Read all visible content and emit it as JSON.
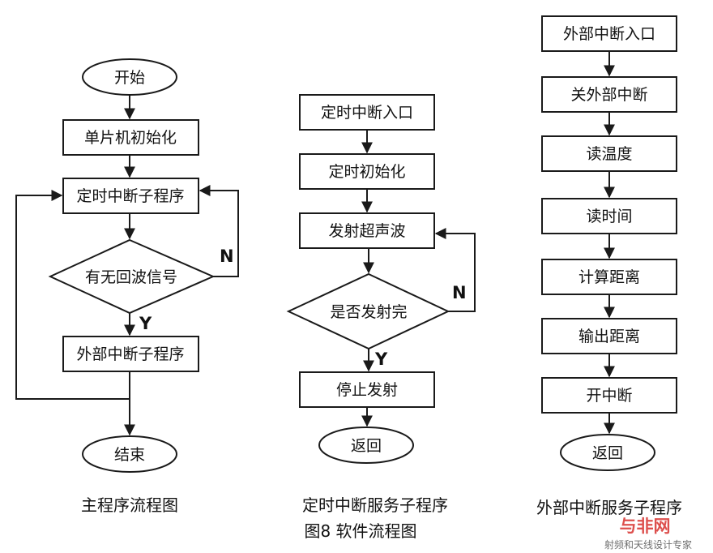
{
  "diagram": {
    "main": {
      "start": "开始",
      "init": "单片机初始化",
      "timer_sub": "定时中断子程序",
      "decision": "有无回波信号",
      "ext_sub": "外部中断子程序",
      "end": "结束",
      "label_n": "N",
      "label_y": "Y",
      "caption": "主程序流程图"
    },
    "timer_isr": {
      "entry": "定时中断入口",
      "init": "定时初始化",
      "emit": "发射超声波",
      "decision": "是否发射完",
      "stop": "停止发射",
      "ret": "返回",
      "label_n": "N",
      "label_y": "Y",
      "caption_line1": "定时中断服务子程序",
      "caption_line2": "图8  软件流程图"
    },
    "ext_isr": {
      "entry": "外部中断入口",
      "disable": "关外部中断",
      "read_temp": "读温度",
      "read_time": "读时间",
      "calc": "计算距离",
      "output": "输出距离",
      "enable": "开中断",
      "ret": "返回",
      "caption": "外部中断服务子程序"
    },
    "watermark": {
      "logo_text": "与非网",
      "subtitle": "射频和天线设计专家"
    }
  }
}
